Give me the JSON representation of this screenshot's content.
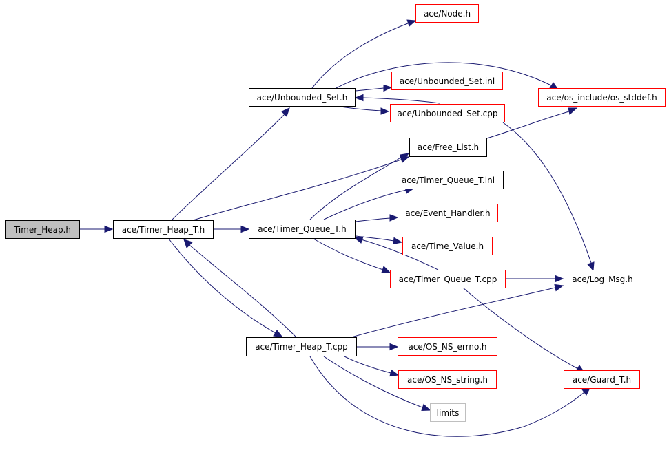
{
  "colors": {
    "edge": "#191970",
    "root_fill": "#bfbfbf",
    "documented_border": "#000000",
    "undocumented_border": "#ff0000",
    "system_border": "#bfbfbf"
  },
  "nodes": {
    "timer_heap_h": "Timer_Heap.h",
    "timer_heap_t_h": "ace/Timer_Heap_T.h",
    "unbounded_set_h": "ace/Unbounded_Set.h",
    "timer_queue_t_h": "ace/Timer_Queue_T.h",
    "timer_heap_t_cpp": "ace/Timer_Heap_T.cpp",
    "node_h": "ace/Node.h",
    "unbounded_set_inl": "ace/Unbounded_Set.inl",
    "unbounded_set_cpp": "ace/Unbounded_Set.cpp",
    "free_list_h": "ace/Free_List.h",
    "timer_queue_t_inl": "ace/Timer_Queue_T.inl",
    "event_handler_h": "ace/Event_Handler.h",
    "time_value_h": "ace/Time_Value.h",
    "timer_queue_t_cpp": "ace/Timer_Queue_T.cpp",
    "os_ns_errno_h": "ace/OS_NS_errno.h",
    "os_ns_string_h": "ace/OS_NS_string.h",
    "limits": "limits",
    "os_stddef_h": "ace/os_include/os_stddef.h",
    "log_msg_h": "ace/Log_Msg.h",
    "guard_t_h": "ace/Guard_T.h"
  },
  "edges": [
    [
      "timer_heap_h",
      "timer_heap_t_h"
    ],
    [
      "timer_heap_t_h",
      "unbounded_set_h"
    ],
    [
      "timer_heap_t_h",
      "free_list_h"
    ],
    [
      "timer_heap_t_h",
      "timer_queue_t_h"
    ],
    [
      "timer_heap_t_h",
      "timer_heap_t_cpp"
    ],
    [
      "timer_heap_t_cpp",
      "timer_heap_t_h"
    ],
    [
      "unbounded_set_h",
      "node_h"
    ],
    [
      "unbounded_set_h",
      "os_stddef_h"
    ],
    [
      "unbounded_set_h",
      "unbounded_set_inl"
    ],
    [
      "unbounded_set_h",
      "unbounded_set_cpp"
    ],
    [
      "unbounded_set_cpp",
      "unbounded_set_h"
    ],
    [
      "unbounded_set_cpp",
      "log_msg_h"
    ],
    [
      "free_list_h",
      "os_stddef_h"
    ],
    [
      "timer_queue_t_h",
      "free_list_h"
    ],
    [
      "timer_queue_t_h",
      "timer_queue_t_inl"
    ],
    [
      "timer_queue_t_h",
      "event_handler_h"
    ],
    [
      "timer_queue_t_h",
      "time_value_h"
    ],
    [
      "timer_queue_t_h",
      "timer_queue_t_cpp"
    ],
    [
      "timer_queue_t_cpp",
      "timer_queue_t_h"
    ],
    [
      "timer_queue_t_cpp",
      "log_msg_h"
    ],
    [
      "timer_queue_t_cpp",
      "guard_t_h"
    ],
    [
      "timer_heap_t_cpp",
      "os_ns_errno_h"
    ],
    [
      "timer_heap_t_cpp",
      "os_ns_string_h"
    ],
    [
      "timer_heap_t_cpp",
      "limits"
    ],
    [
      "timer_heap_t_cpp",
      "log_msg_h"
    ],
    [
      "timer_heap_t_cpp",
      "guard_t_h"
    ]
  ]
}
